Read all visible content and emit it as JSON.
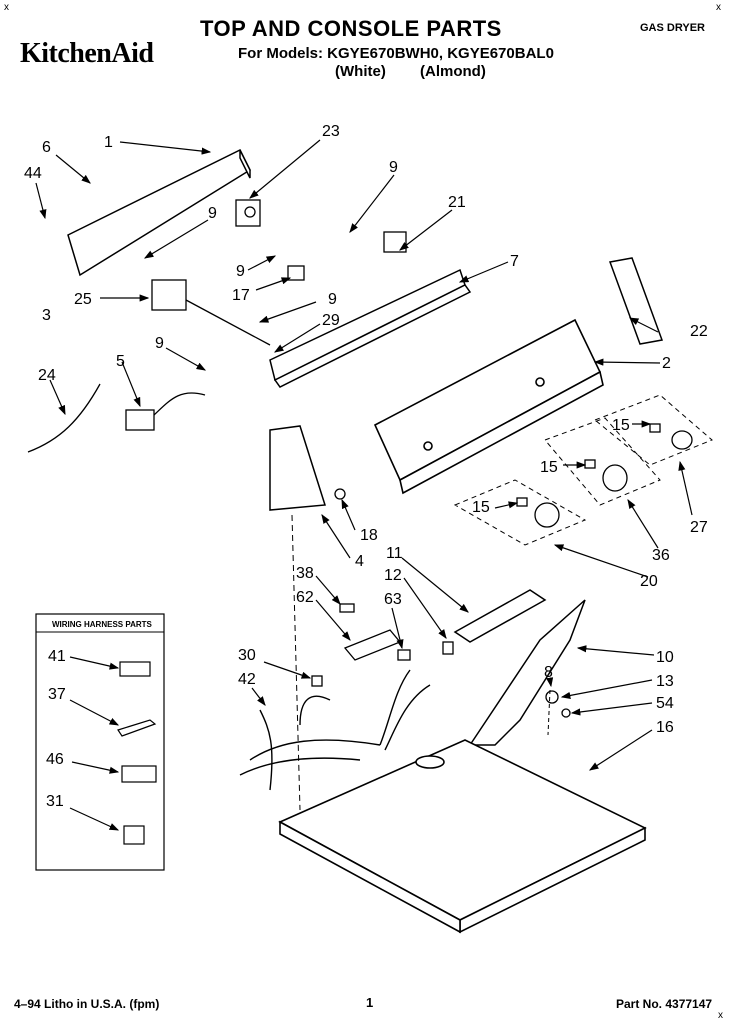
{
  "header": {
    "title": "TOP AND CONSOLE PARTS",
    "brand": "KitchenAid",
    "models": "For Models: KGYE670BWH0, KGYE670BAL0",
    "color_white": "(White)",
    "color_almond": "(Almond)",
    "product_type": "GAS DRYER"
  },
  "footer": {
    "litho": "4–94 Litho in U.S.A. (fpm)",
    "page": "1",
    "part_no": "Part No. 4377147"
  },
  "marks": [
    "x",
    "x",
    "x"
  ],
  "callouts": [
    {
      "id": "1",
      "label": "1"
    },
    {
      "id": "6",
      "label": "6"
    },
    {
      "id": "44",
      "label": "44"
    },
    {
      "id": "23",
      "label": "23"
    },
    {
      "id": "9a",
      "label": "9"
    },
    {
      "id": "9b",
      "label": "9"
    },
    {
      "id": "9c",
      "label": "9"
    },
    {
      "id": "9d",
      "label": "9"
    },
    {
      "id": "9e",
      "label": "9"
    },
    {
      "id": "21",
      "label": "21"
    },
    {
      "id": "7",
      "label": "7"
    },
    {
      "id": "17",
      "label": "17"
    },
    {
      "id": "25",
      "label": "25"
    },
    {
      "id": "3",
      "label": "3"
    },
    {
      "id": "29",
      "label": "29"
    },
    {
      "id": "22",
      "label": "22"
    },
    {
      "id": "2",
      "label": "2"
    },
    {
      "id": "24",
      "label": "24"
    },
    {
      "id": "5",
      "label": "5"
    },
    {
      "id": "15a",
      "label": "15"
    },
    {
      "id": "15b",
      "label": "15"
    },
    {
      "id": "15c",
      "label": "15"
    },
    {
      "id": "27",
      "label": "27"
    },
    {
      "id": "36",
      "label": "36"
    },
    {
      "id": "20",
      "label": "20"
    },
    {
      "id": "18",
      "label": "18"
    },
    {
      "id": "4",
      "label": "4"
    },
    {
      "id": "11",
      "label": "11"
    },
    {
      "id": "12",
      "label": "12"
    },
    {
      "id": "38",
      "label": "38"
    },
    {
      "id": "62",
      "label": "62"
    },
    {
      "id": "63",
      "label": "63"
    },
    {
      "id": "10",
      "label": "10"
    },
    {
      "id": "8",
      "label": "8"
    },
    {
      "id": "13",
      "label": "13"
    },
    {
      "id": "54",
      "label": "54"
    },
    {
      "id": "16",
      "label": "16"
    },
    {
      "id": "30",
      "label": "30"
    },
    {
      "id": "42",
      "label": "42"
    }
  ],
  "wiring_harness_box": {
    "title": "WIRING HARNESS PARTS",
    "callouts": [
      {
        "label": "41"
      },
      {
        "label": "37"
      },
      {
        "label": "46"
      },
      {
        "label": "31"
      }
    ]
  }
}
